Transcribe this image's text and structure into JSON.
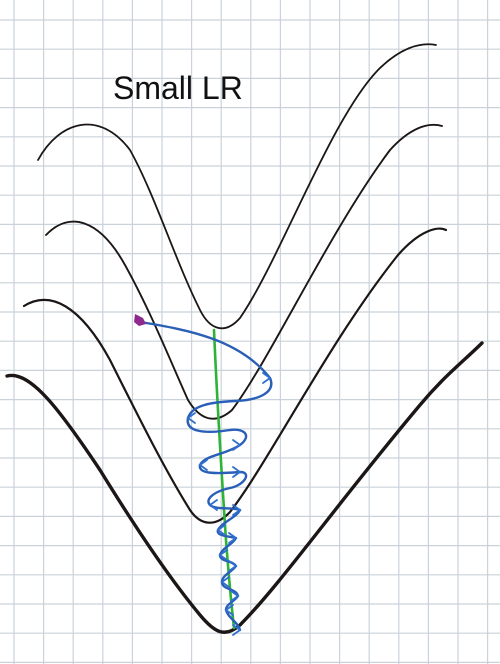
{
  "title": "Small LR",
  "colors": {
    "background": "#ffffff",
    "grid": "#c9d2da",
    "contour": "#1c1716",
    "gd_path": "#2a5fb8",
    "gd_arrowheads": "#2f6fd0",
    "start_point": "#8e2a8e",
    "direct_path": "#2db335"
  },
  "elements": {
    "contours": [
      "outer-contour",
      "second-contour",
      "third-contour",
      "inner-contour"
    ],
    "paths": [
      "gradient-descent-zigzag-path",
      "direct-path-line"
    ],
    "markers": [
      "start-point-marker"
    ]
  }
}
